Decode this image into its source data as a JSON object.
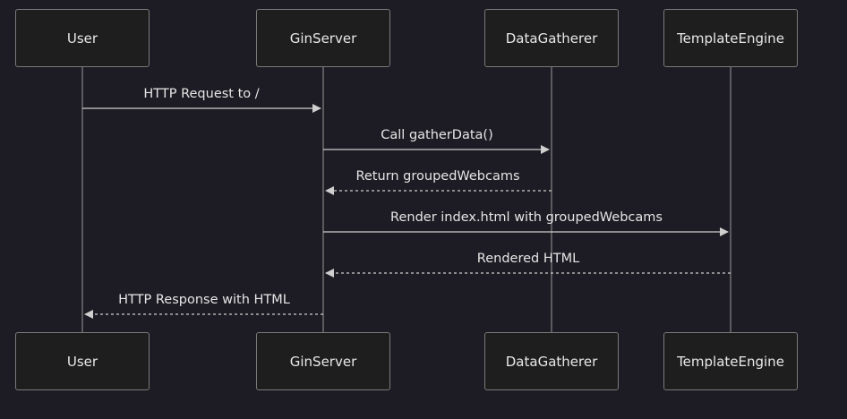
{
  "actors": {
    "user": "User",
    "ginserver": "GinServer",
    "datagatherer": "DataGatherer",
    "templateengine": "TemplateEngine"
  },
  "messages": [
    {
      "label": "HTTP Request to /",
      "from": "User",
      "to": "GinServer",
      "style": "solid"
    },
    {
      "label": "Call gatherData()",
      "from": "GinServer",
      "to": "DataGatherer",
      "style": "solid"
    },
    {
      "label": "Return groupedWebcams",
      "from": "DataGatherer",
      "to": "GinServer",
      "style": "dotted"
    },
    {
      "label": "Render index.html with groupedWebcams",
      "from": "GinServer",
      "to": "TemplateEngine",
      "style": "solid"
    },
    {
      "label": "Rendered HTML",
      "from": "TemplateEngine",
      "to": "GinServer",
      "style": "dotted"
    },
    {
      "label": "HTTP Response with HTML",
      "from": "GinServer",
      "to": "User",
      "style": "dotted"
    }
  ],
  "colors": {
    "background": "#1d1b23",
    "box_fill": "#1e1e1e",
    "box_border": "#7a7a7a",
    "line": "#cfcfcf",
    "text": "#e8e8e8"
  }
}
